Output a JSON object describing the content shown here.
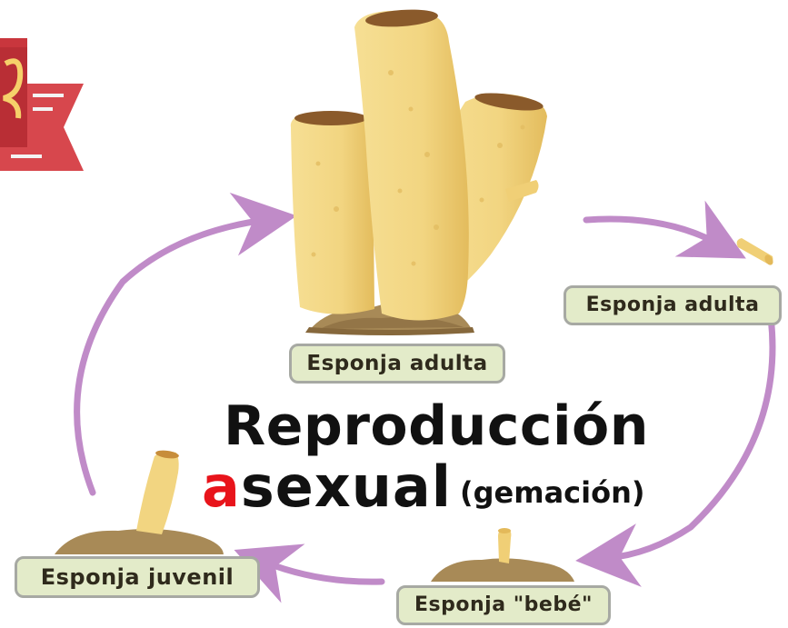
{
  "title": {
    "line1": "Reproducción",
    "line2_first_letter": "a",
    "line2_rest": "sexual",
    "subtitle": "(gemación)"
  },
  "labels": {
    "top": "Esponja adulta",
    "right": "Esponja adulta",
    "bottom": "Esponja \"bebé\"",
    "left": "Esponja juvenil"
  },
  "logo_letter": "S",
  "colors": {
    "sponge": "#f2d985",
    "sponge_dark": "#e2b95a",
    "sponge_hole": "#8a5a2b",
    "ground": "#a88a57",
    "ground_dark": "#86683c",
    "arrow": "#c08bc8",
    "label_bg": "#e3ebc9",
    "label_border": "#a7a9a3",
    "accent": "#e8141b",
    "logo": "#c9363d"
  }
}
